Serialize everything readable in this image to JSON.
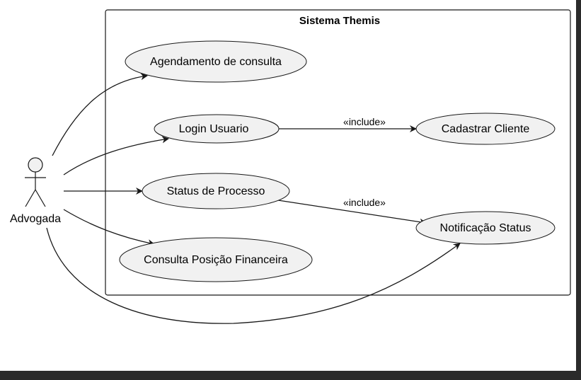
{
  "diagram": {
    "system_title": "Sistema Themis",
    "actor": {
      "name": "Advogada"
    },
    "use_cases": [
      {
        "id": "agendamento",
        "label": "Agendamento de consulta"
      },
      {
        "id": "login",
        "label": "Login Usuario"
      },
      {
        "id": "cadastrar",
        "label": "Cadastrar Cliente"
      },
      {
        "id": "status",
        "label": "Status de Processo"
      },
      {
        "id": "notificacao",
        "label": "Notificação Status"
      },
      {
        "id": "consulta",
        "label": "Consulta Posição Financeira"
      }
    ],
    "relations": [
      {
        "from": "actor",
        "to": "agendamento",
        "label": ""
      },
      {
        "from": "actor",
        "to": "login",
        "label": ""
      },
      {
        "from": "actor",
        "to": "status",
        "label": ""
      },
      {
        "from": "actor",
        "to": "consulta",
        "label": ""
      },
      {
        "from": "actor",
        "to": "notificacao",
        "label": ""
      },
      {
        "from": "login",
        "to": "cadastrar",
        "label": "«include»"
      },
      {
        "from": "status",
        "to": "notificacao",
        "label": "«include»"
      }
    ]
  },
  "colors": {
    "background": "#2b2b2b",
    "canvas": "#ffffff",
    "usecase_fill": "#f1f1f1",
    "stroke": "#181818"
  }
}
